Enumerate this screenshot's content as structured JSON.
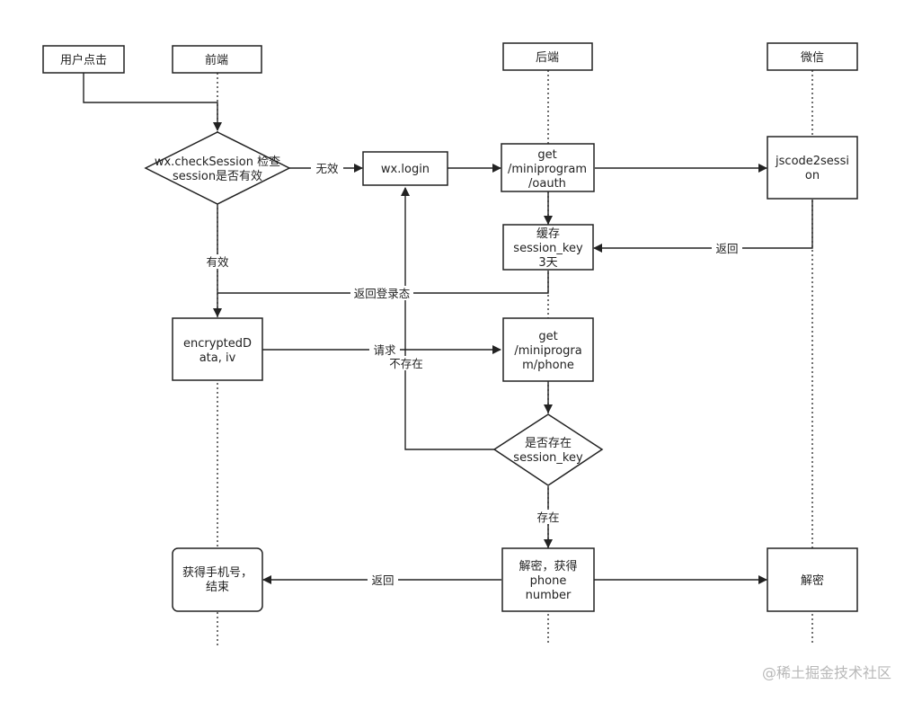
{
  "lanes": {
    "user_click": "用户点击",
    "frontend": "前端",
    "backend": "后端",
    "wechat": "微信"
  },
  "nodes": {
    "check_session": [
      "wx.checkSession 检查",
      "session是否有效"
    ],
    "wx_login": [
      "wx.login"
    ],
    "get_oauth": [
      "get",
      "/miniprogram",
      "/oauth"
    ],
    "jscode2session": [
      "jscode2sessi",
      "on"
    ],
    "cache_key": [
      "缓存",
      "session_key",
      "3天"
    ],
    "encrypted_data": [
      "encryptedD",
      "ata, iv"
    ],
    "get_phone": [
      "get",
      "/miniprogra",
      "m/phone"
    ],
    "key_exists": [
      "是否存在",
      "session_key"
    ],
    "got_phone": [
      "获得手机号，",
      "结束"
    ],
    "decrypt_backend": [
      "解密，获得",
      "phone",
      "number"
    ],
    "decrypt_wechat": [
      "解密"
    ]
  },
  "edges": {
    "invalid": "无效",
    "valid": "有效",
    "return_1": "返回",
    "return_login_state": "返回登录态",
    "request": "请求",
    "not_exist": "不存在",
    "exist": "存在",
    "return_2": "返回"
  },
  "watermark": "@稀土掘金技术社区",
  "colors": {
    "stroke": "#222222",
    "fill": "#ffffff",
    "watermark": "#b8b8b8"
  }
}
